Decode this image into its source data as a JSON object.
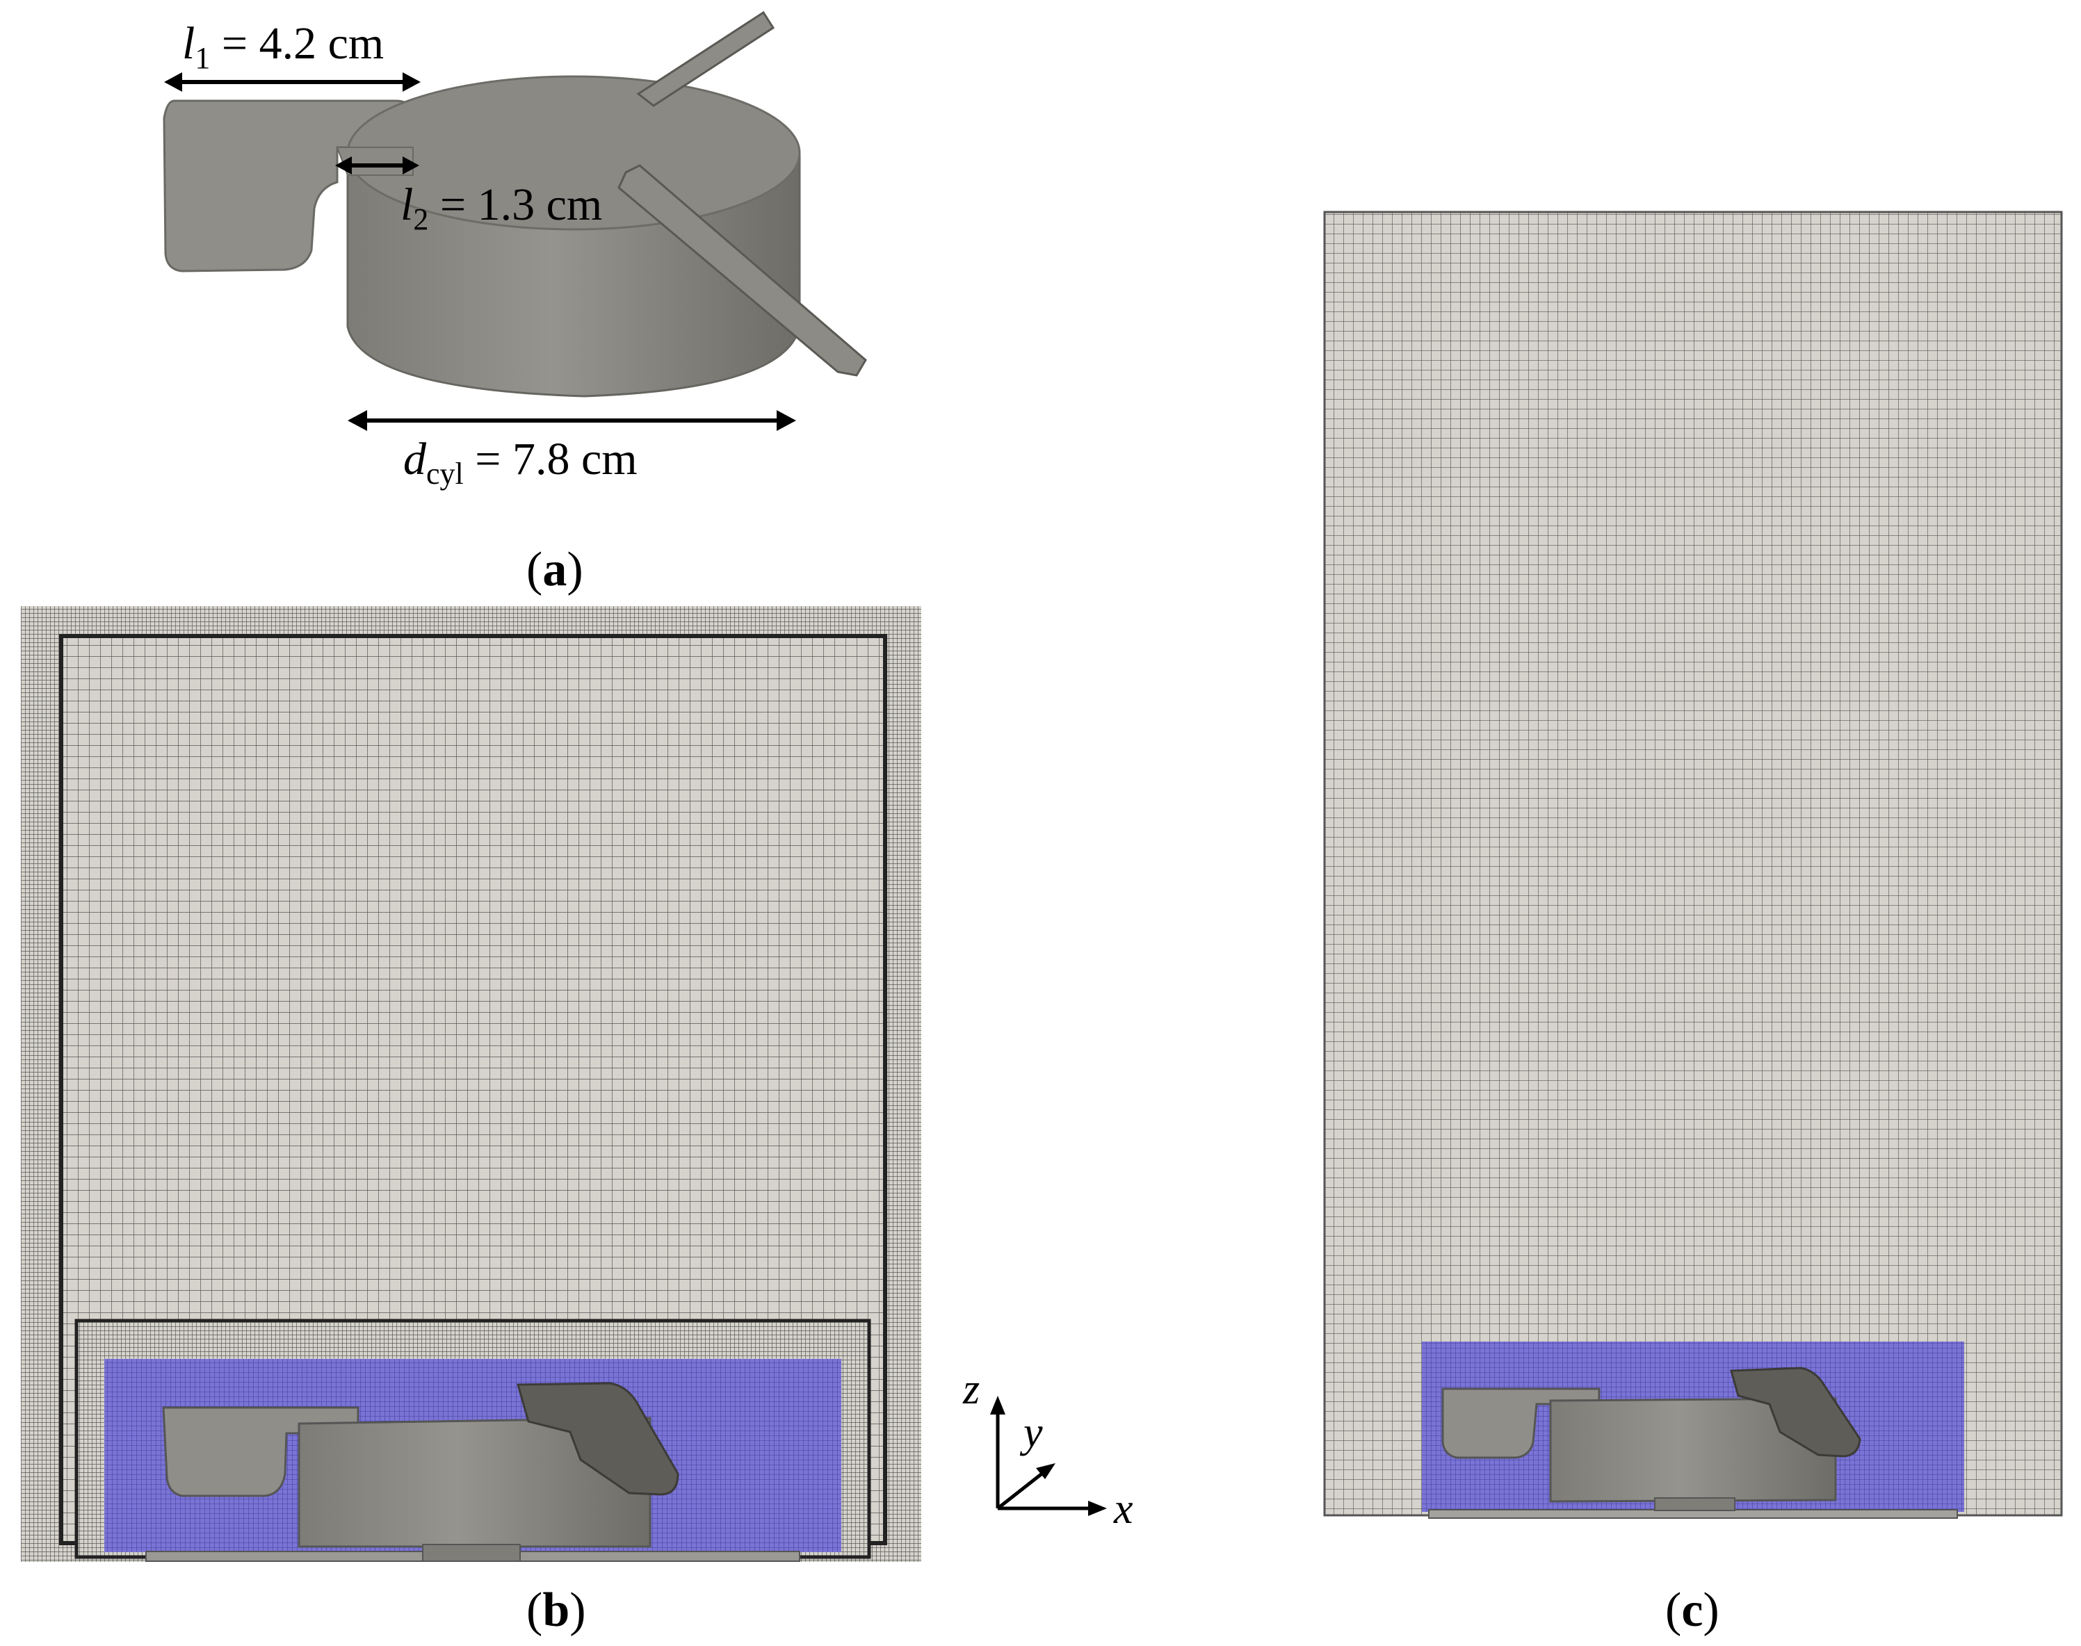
{
  "annotations": {
    "l1": {
      "symbol": "l",
      "sub": "1",
      "eq": " = 4.2 cm"
    },
    "l2": {
      "symbol": "l",
      "sub": "2",
      "eq": " = 1.3 cm"
    },
    "dcyl": {
      "symbol": "d",
      "sub": "cyl",
      "eq": " = 7.8 cm"
    }
  },
  "panels": {
    "a": {
      "open": "(",
      "letter": "a",
      "close": ")"
    },
    "b": {
      "open": "(",
      "letter": "b",
      "close": ")"
    },
    "c": {
      "open": "(",
      "letter": "c",
      "close": ")"
    }
  },
  "axes": {
    "x": "x",
    "y": "y",
    "z": "z"
  },
  "colors": {
    "mesh_fill": "#d6d3cc",
    "mesh_line": "#4a4a4a",
    "fluid_region": "#7a74d6",
    "geometry": "#8c8b86",
    "geometry_dark": "#55544f"
  }
}
